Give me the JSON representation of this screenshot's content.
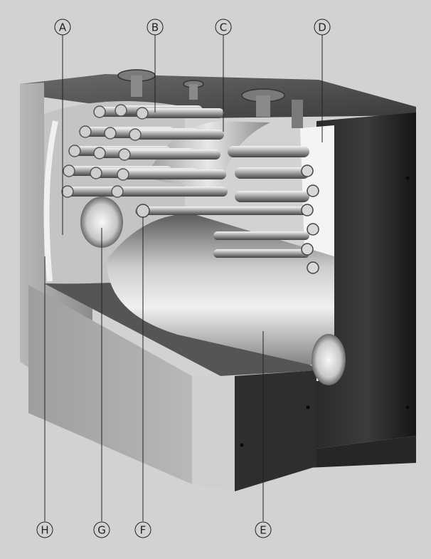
{
  "colors": {
    "page_background": "#ffffff",
    "figure_background": "#d2d2d2",
    "casing_dark": "#1e1e1e",
    "casing_light": "#a8a8a8",
    "metal_mid": "#8f8f8f",
    "metal_light": "#e6e6e6",
    "insulation": "#f4f4f4",
    "callout_stroke": "#222222"
  },
  "callouts": {
    "a": {
      "letter": "A"
    },
    "b": {
      "letter": "B"
    },
    "c": {
      "letter": "C"
    },
    "d": {
      "letter": "D"
    },
    "e": {
      "letter": "E"
    },
    "f": {
      "letter": "F"
    },
    "g": {
      "letter": "G"
    },
    "h": {
      "letter": "H"
    }
  }
}
